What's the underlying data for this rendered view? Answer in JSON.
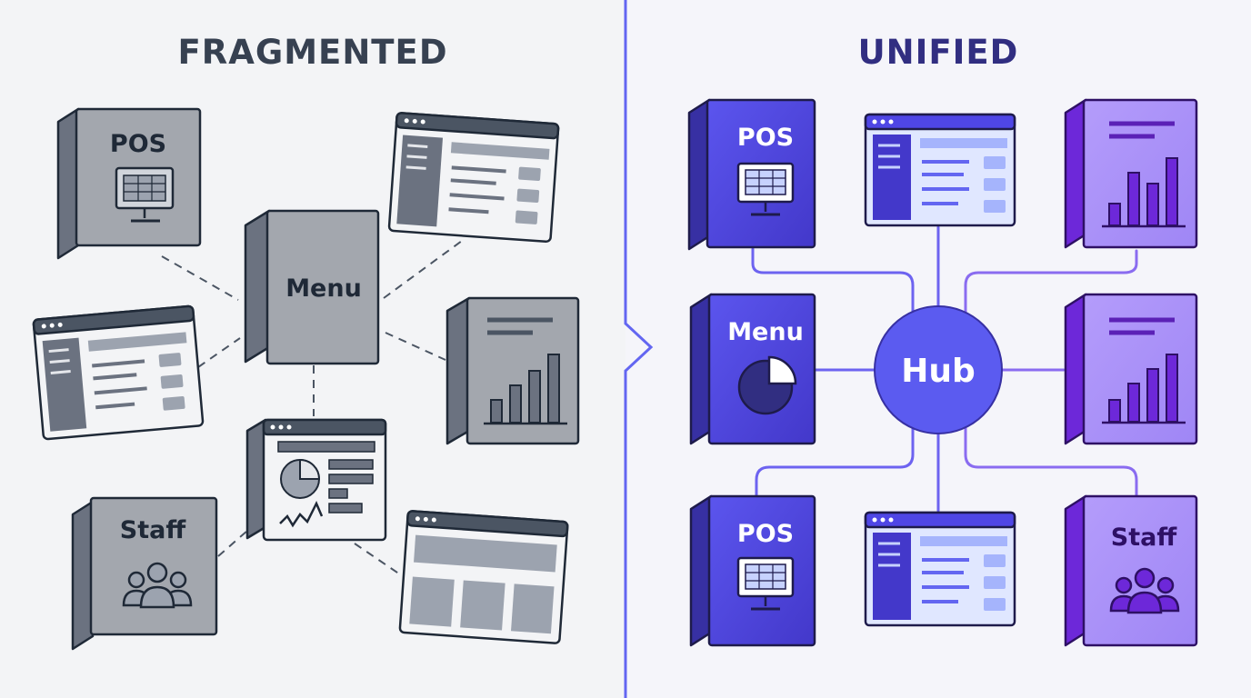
{
  "left": {
    "title": "FRAGMENTED",
    "boxes": {
      "pos": "POS",
      "menu": "Menu",
      "staff": "Staff"
    }
  },
  "right": {
    "title": "UNIFIED",
    "hub": "Hub",
    "boxes": {
      "pos_top": "POS",
      "menu": "Menu",
      "pos_bottom": "POS",
      "staff": "Staff"
    }
  },
  "colors": {
    "left_title": "#374151",
    "right_title": "#312e81",
    "divider": "#6366f1",
    "hub": "#5b5bf0",
    "connector": "#6366f1",
    "grey_box": "#9ca3af",
    "blue_box": "#4f46e5",
    "violet_box": "#a78bfa"
  },
  "icons": [
    "terminal-icon",
    "pie-chart-icon",
    "bar-chart-icon",
    "people-icon",
    "browser-window-icon"
  ]
}
